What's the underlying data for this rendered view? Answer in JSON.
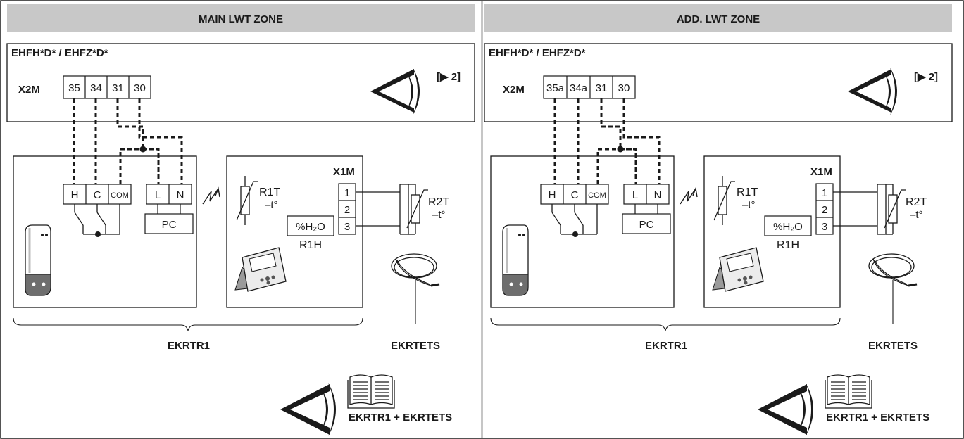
{
  "zones": [
    {
      "header": "MAIN LWT ZONE",
      "unit_model": "EHFH*D* / EHFZ*D*",
      "terminal_block": "X2M",
      "terminals": [
        "35",
        "34",
        "31",
        "30"
      ],
      "page_ref": "[▶ 2]",
      "thermostat_terminals": [
        "H",
        "C",
        "COM",
        "L",
        "N"
      ],
      "pc_label": "PC",
      "r1t_label": "R1T",
      "r1t_sub": "–t°",
      "x1m_label": "X1M",
      "x1m_terminals": [
        "1",
        "2",
        "3"
      ],
      "humidity_label": "%H₂O",
      "r1h_label": "R1H",
      "r2t_label": "R2T",
      "r2t_sub": "–t°",
      "ekrtr1_label": "EKRTR1",
      "ekrtets_label": "EKRTETS",
      "manual_label": "EKRTR1 + EKRTETS"
    },
    {
      "header": "ADD. LWT ZONE",
      "unit_model": "EHFH*D* / EHFZ*D*",
      "terminal_block": "X2M",
      "terminals": [
        "35a",
        "34a",
        "31",
        "30"
      ],
      "page_ref": "[▶ 2]",
      "thermostat_terminals": [
        "H",
        "C",
        "COM",
        "L",
        "N"
      ],
      "pc_label": "PC",
      "r1t_label": "R1T",
      "r1t_sub": "–t°",
      "x1m_label": "X1M",
      "x1m_terminals": [
        "1",
        "2",
        "3"
      ],
      "humidity_label": "%H₂O",
      "r1h_label": "R1H",
      "r2t_label": "R2T",
      "r2t_sub": "–t°",
      "ekrtr1_label": "EKRTR1",
      "ekrtets_label": "EKRTETS",
      "manual_label": "EKRTR1 + EKRTETS"
    }
  ],
  "colors": {
    "header_bg": "#c8c8c8",
    "line": "#1a1a1a"
  }
}
